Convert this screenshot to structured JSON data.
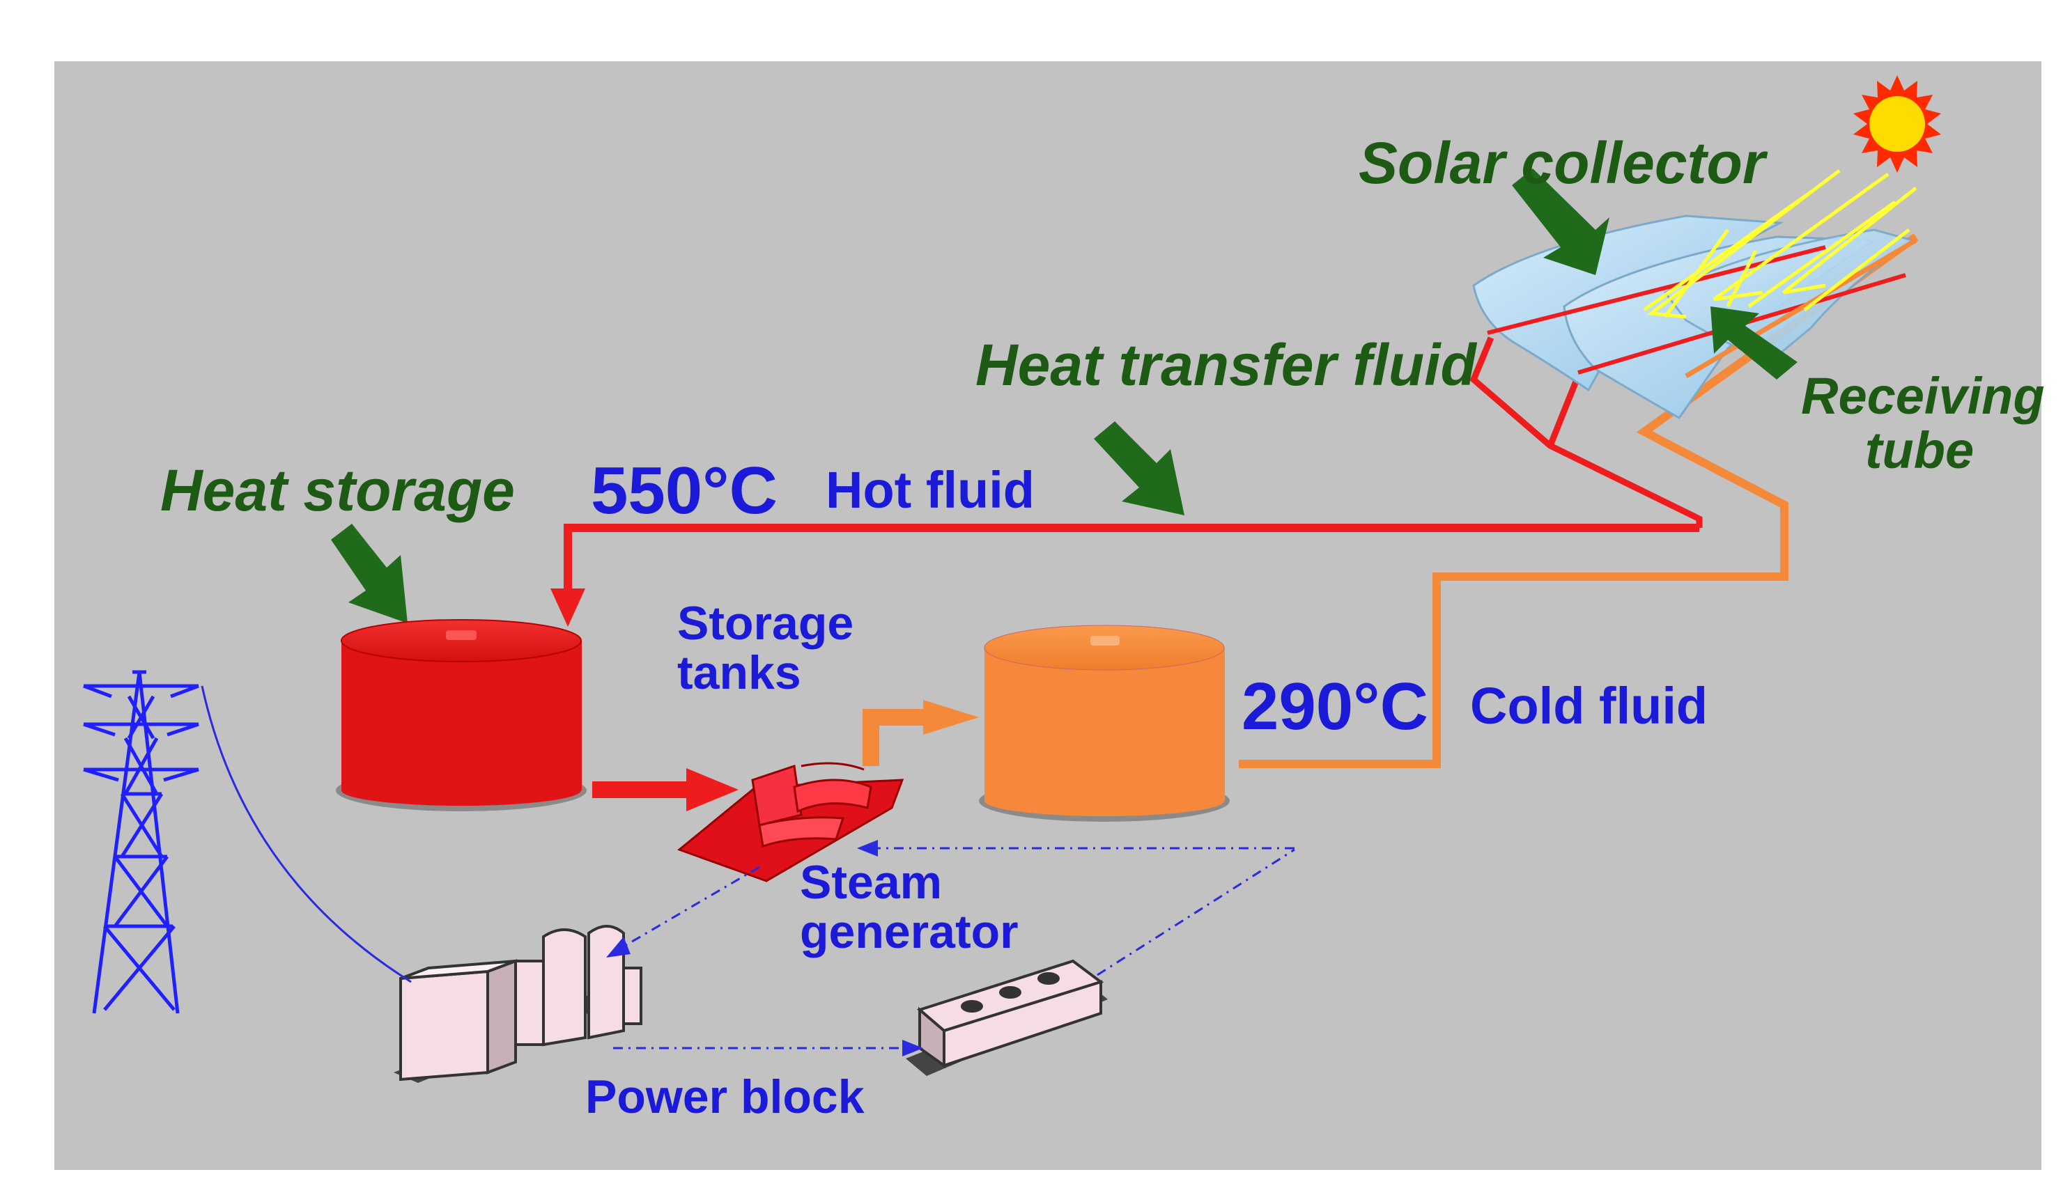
{
  "labels": {
    "solar_collector": "Solar collector",
    "heat_transfer_fluid": "Heat transfer fluid",
    "receiving_tube_line1": "Receiving",
    "receiving_tube_line2": "tube",
    "heat_storage": "Heat storage",
    "hot_temp": "550°C",
    "hot_fluid": "Hot fluid",
    "storage_tanks_line1": "Storage",
    "storage_tanks_line2": "tanks",
    "cold_temp": "290°C",
    "cold_fluid": "Cold fluid",
    "steam_generator_line1": "Steam",
    "steam_generator_line2": "generator",
    "power_block": "Power block"
  },
  "colors": {
    "background_panel": "#c2c2c2",
    "hot": "#ee1c1c",
    "cold": "#f5893a",
    "label_green": "#1d5a14",
    "label_blue": "#1a1ad8",
    "collector": "#a9d3ef",
    "sun": "#ffdc00",
    "sun_ray": "#ff2a00",
    "arrow_green": "#1f6b1b"
  },
  "icons": {
    "sun": "sun-icon",
    "tower": "transmission-tower-icon",
    "pointer": "green-arrow-icon"
  }
}
